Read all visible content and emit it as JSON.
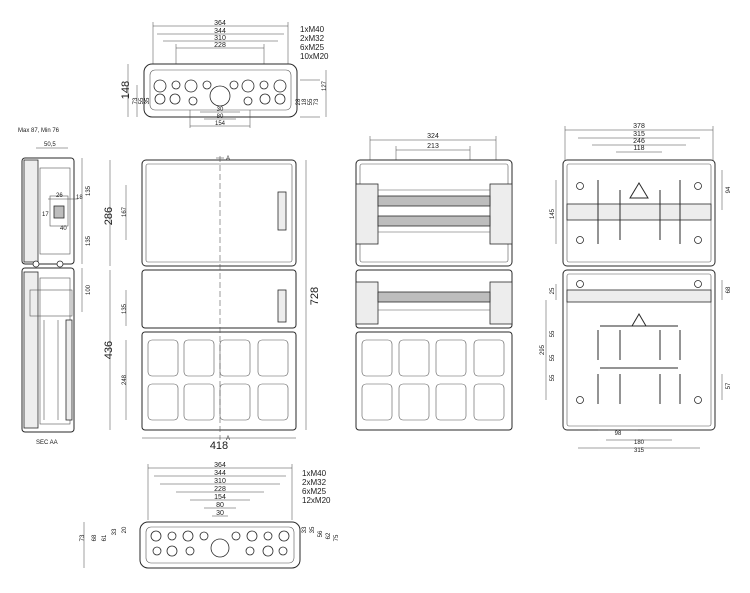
{
  "colors": {
    "line": "#2a2a2a",
    "background": "#ffffff",
    "fill_light": "#ededed",
    "fill_dark": "#bdbdbd"
  },
  "top_view": {
    "widths": [
      "364",
      "344",
      "310",
      "228"
    ],
    "height": "148",
    "left_dims": [
      "73",
      "55",
      "35"
    ],
    "right_dims": [
      "28",
      "18",
      "55",
      "73"
    ],
    "right_outer": "127",
    "bottom_dims": [
      "30",
      "80",
      "154"
    ],
    "cable_glands": [
      "1xM40",
      "2xM32",
      "6xM25",
      "10xM20"
    ]
  },
  "side_view": {
    "depth_note": "Max 87, Min 76",
    "top_dim": "50,5",
    "inner_dims": [
      "26",
      "18",
      "40"
    ],
    "right_dims": [
      "135",
      "135",
      "100"
    ],
    "section_label": "SEC AA"
  },
  "front_view": {
    "section_marks": [
      "A",
      "A"
    ],
    "upper_height": "286",
    "upper_inner": "167",
    "lower_height": "436",
    "lower_inner": "135",
    "lower_panel": "248",
    "total_height": "728",
    "width": "418"
  },
  "open_view": {
    "widths": [
      "324",
      "213"
    ]
  },
  "back_view": {
    "widths": [
      "378",
      "315",
      "246",
      "118"
    ],
    "left_dims": [
      "145",
      "25",
      "295",
      "55",
      "55",
      "55"
    ],
    "right_dims": [
      "94",
      "68",
      "57"
    ],
    "bottom_dims": [
      "98",
      "180",
      "315"
    ]
  },
  "bottom_view": {
    "widths": [
      "364",
      "344",
      "310",
      "228",
      "154",
      "80",
      "30"
    ],
    "left_dims": [
      "73",
      "68",
      "61",
      "33",
      "20"
    ],
    "right_dims": [
      "33",
      "35",
      "56",
      "62",
      "75"
    ],
    "cable_glands": [
      "1xM40",
      "2xM32",
      "6xM25",
      "12xM20"
    ]
  }
}
